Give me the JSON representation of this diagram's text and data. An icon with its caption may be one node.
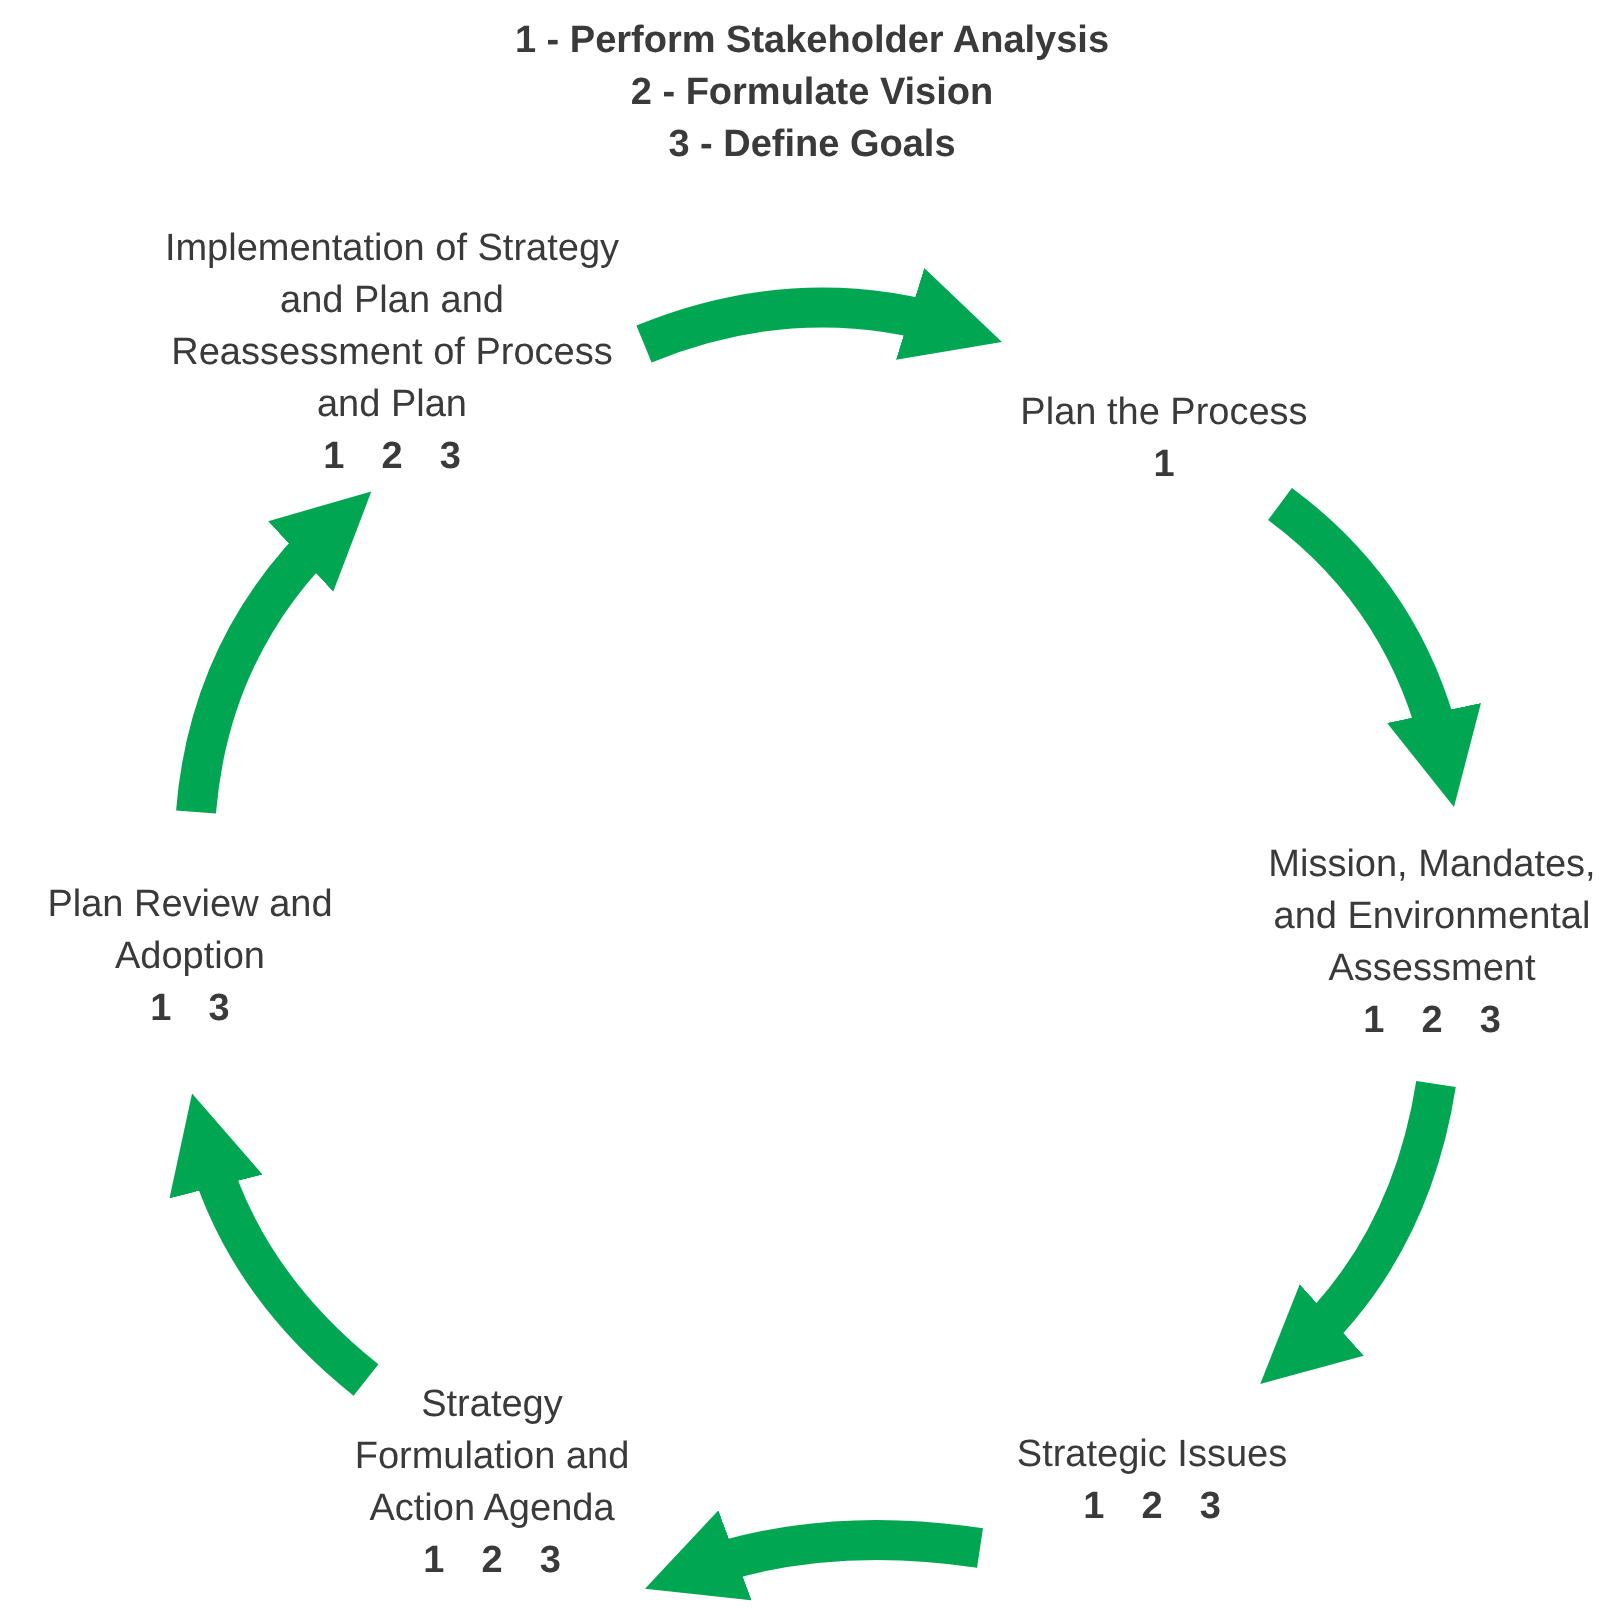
{
  "diagram": {
    "nodes": [
      {
        "text": [
          "Implementation of Strategy and Plan and Reassessment of Process and Plan",
          "1 2 3"
        ]
      },
      {
        "text": [
          "Plan the Process",
          "1"
        ]
      },
      {
        "text": [
          "Mission, Mandates, and Environmental Assessment",
          "1 2 3"
        ]
      },
      {
        "text": [
          "Plan Review and Adoption",
          "1 3"
        ]
      },
      {
        "text": [
          "Strategy Formulation and Action Agenda",
          "1 2 3"
        ]
      },
      {
        "text": [
          "Strategic Issues",
          "1 2 3"
        ]
      }
    ],
    "edges": [
      {
        "from": 0,
        "to": 1,
        "arrow": "to"
      },
      {
        "from": 1,
        "to": 2,
        "arrow": "to"
      },
      {
        "from": 2,
        "to": 5,
        "arrow": "to"
      },
      {
        "from": 5,
        "to": 4,
        "arrow": "to"
      },
      {
        "from": 4,
        "to": 3,
        "arrow": "to"
      },
      {
        "from": 3,
        "to": 0,
        "arrow": "to"
      }
    ],
    "labels": [
      "1 - Perform Stakeholder Analysis",
      "2 - Formulate Vision",
      "3 - Define Goals"
    ]
  }
}
